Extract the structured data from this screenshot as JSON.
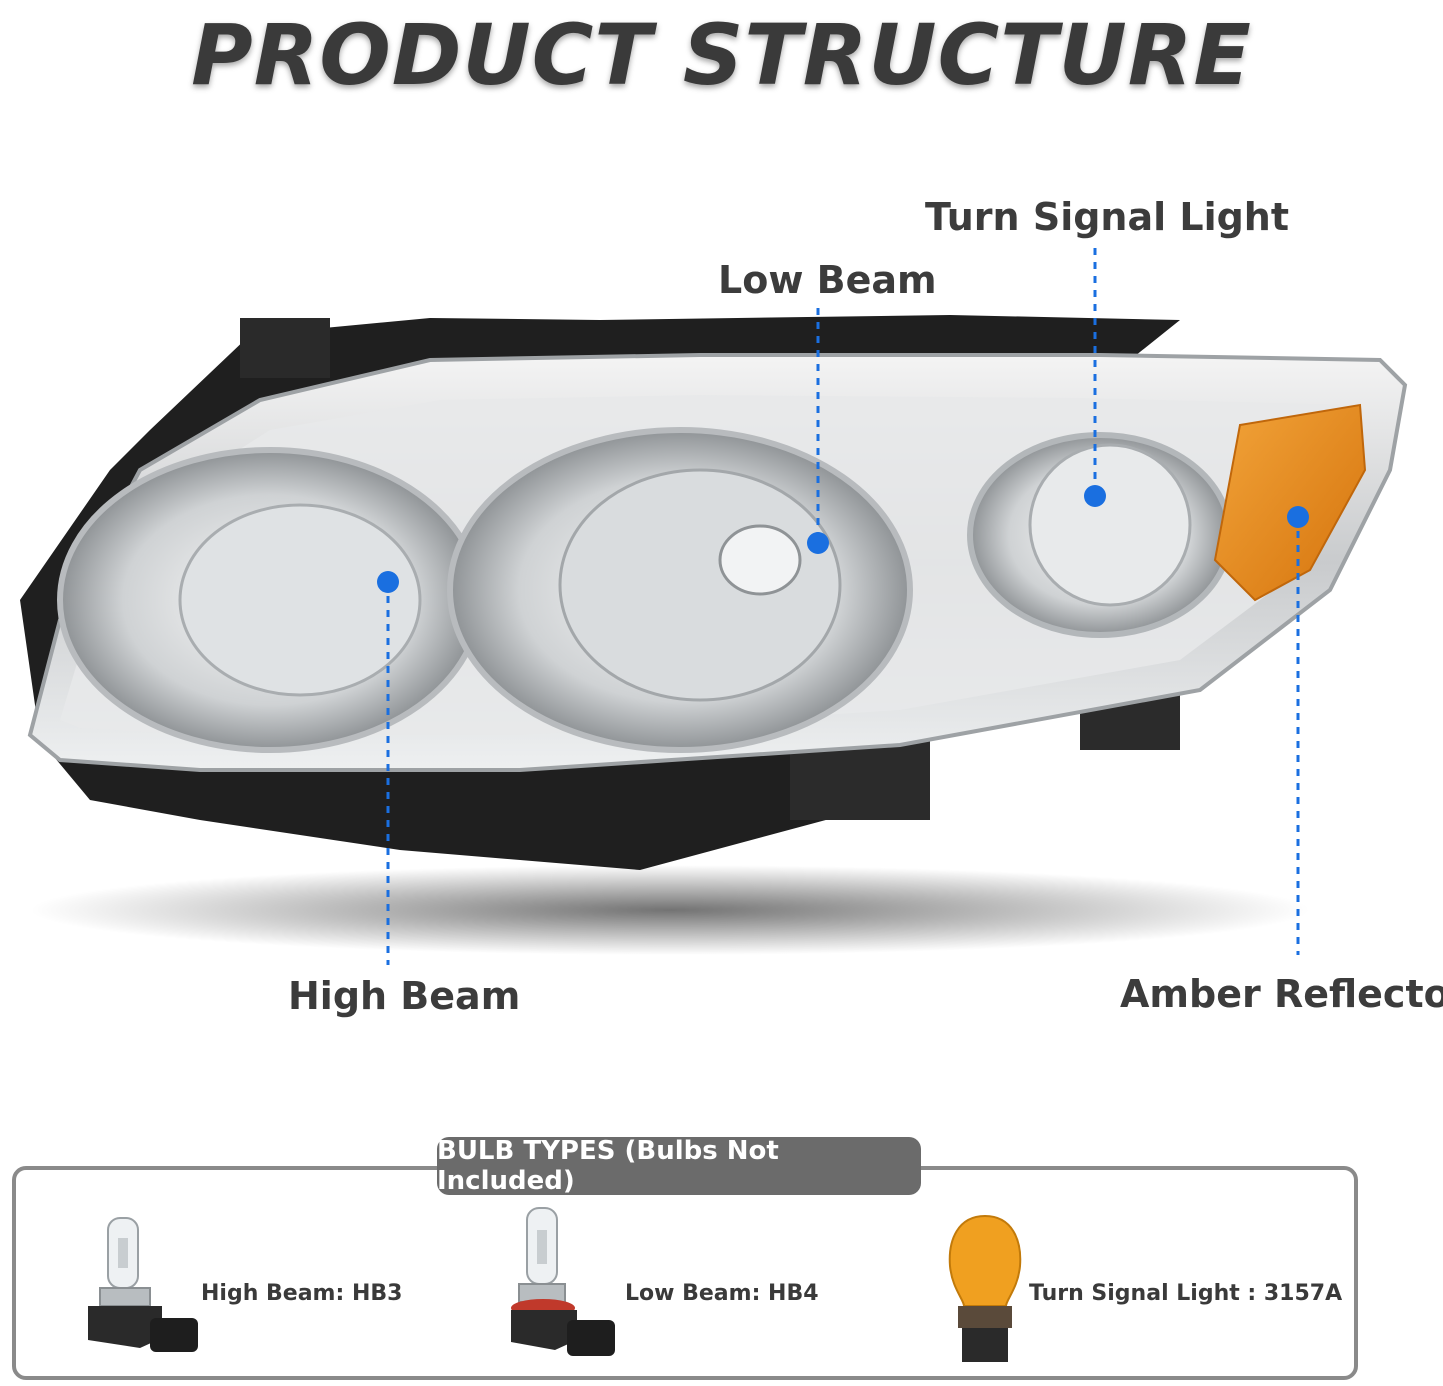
{
  "title": "PRODUCT STRUCTURE",
  "callouts": {
    "turn_signal": "Turn Signal Light",
    "low_beam": "Low Beam",
    "high_beam": "High Beam",
    "amber_reflector": "Amber Reflector"
  },
  "bulb_types": {
    "header": "BULB TYPES (Bulbs Not Included)",
    "items": [
      {
        "label": "High Beam: HB3"
      },
      {
        "label": "Low Beam: HB4"
      },
      {
        "label": "Turn Signal Light : 3157A"
      }
    ]
  },
  "colors": {
    "callout_dot": "#1a6fe0",
    "amber": "#e98a17",
    "title": "#3a3a3a"
  }
}
